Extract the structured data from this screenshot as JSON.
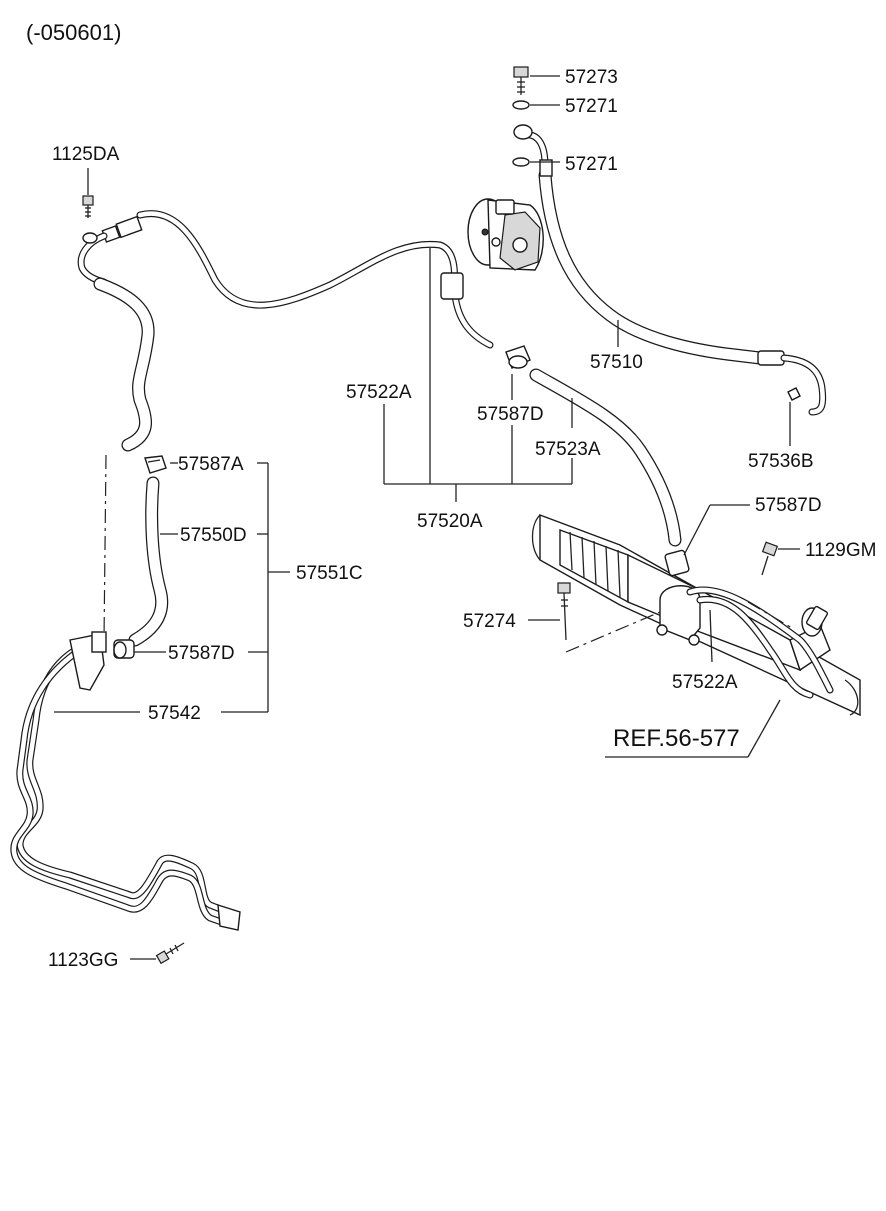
{
  "header": {
    "code": "(-050601)"
  },
  "labels": {
    "p57273": "57273",
    "p57271a": "57271",
    "p57271b": "57271",
    "p1125DA": "1125DA",
    "p57510": "57510",
    "p57522A_top": "57522A",
    "p57587D_top": "57587D",
    "p57523A": "57523A",
    "p57536B": "57536B",
    "p57520A": "57520A",
    "p57587A": "57587A",
    "p57550D": "57550D",
    "p57551C": "57551C",
    "p57587D_low": "57587D",
    "p57542": "57542",
    "p57587D_right": "57587D",
    "p1129GM": "1129GM",
    "p57274": "57274",
    "p57522A_low": "57522A",
    "ref": "REF.56-577",
    "p1123GG": "1123GG"
  }
}
